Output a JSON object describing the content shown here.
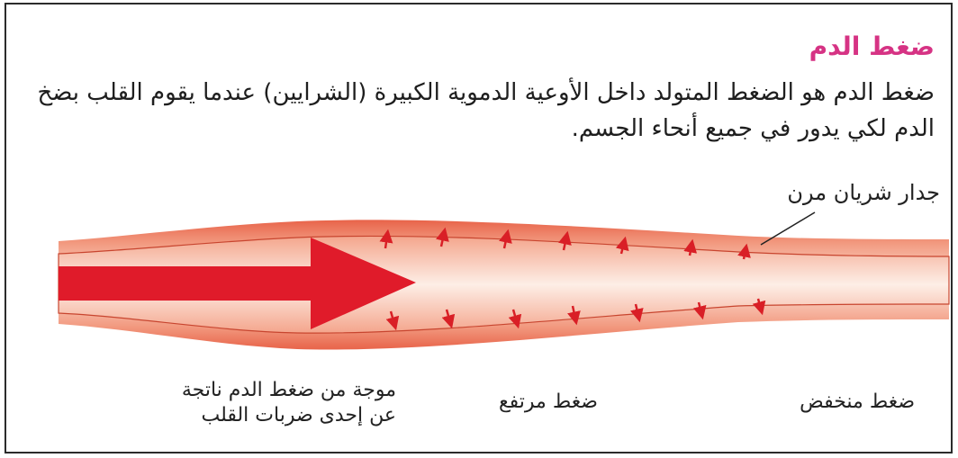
{
  "title": "ضغط الدم",
  "paragraph": "ضغط الدم هو الضغط المتولد داخل الأوعية الدموية الكبيرة (الشرايين) عندما يقوم القلب بضخ الدم لكي يدور في جميع أنحاء الجسم.",
  "labels": {
    "artery_wall": "جدار شريان مرن",
    "wave_line1": "موجة من ضغط الدم ناتجة",
    "wave_line2": "عن إحدى ضربات القلب",
    "high_pressure": "ضغط مرتفع",
    "low_pressure": "ضغط منخفض"
  },
  "colors": {
    "title": "#d63384",
    "artery_outer": "#e0533a",
    "artery_inner": "#f6b39c",
    "artery_core": "#fde2d6",
    "flow_arrow": "#e01b2a",
    "pressure_arrows": "#d91f26"
  },
  "icons": {
    "flow_arrow": "large-right-arrow-icon",
    "pressure_arrow": "small-arrow-icon"
  }
}
